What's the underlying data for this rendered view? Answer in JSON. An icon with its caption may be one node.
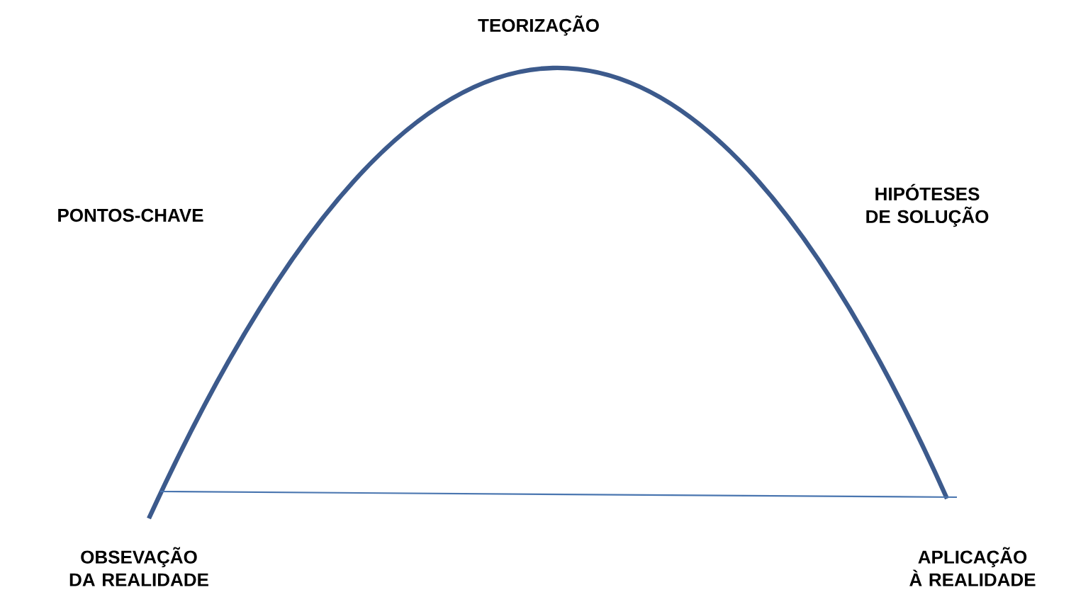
{
  "diagram": {
    "labels": [
      "TEORIZAÇÃO",
      "PONTOS-CHAVE",
      "HIPÓTESES DE SOLUÇÃO",
      "OBSEVAÇÃO DA REALIDADE",
      "APLICAÇÃO À REALIDADE"
    ]
  }
}
